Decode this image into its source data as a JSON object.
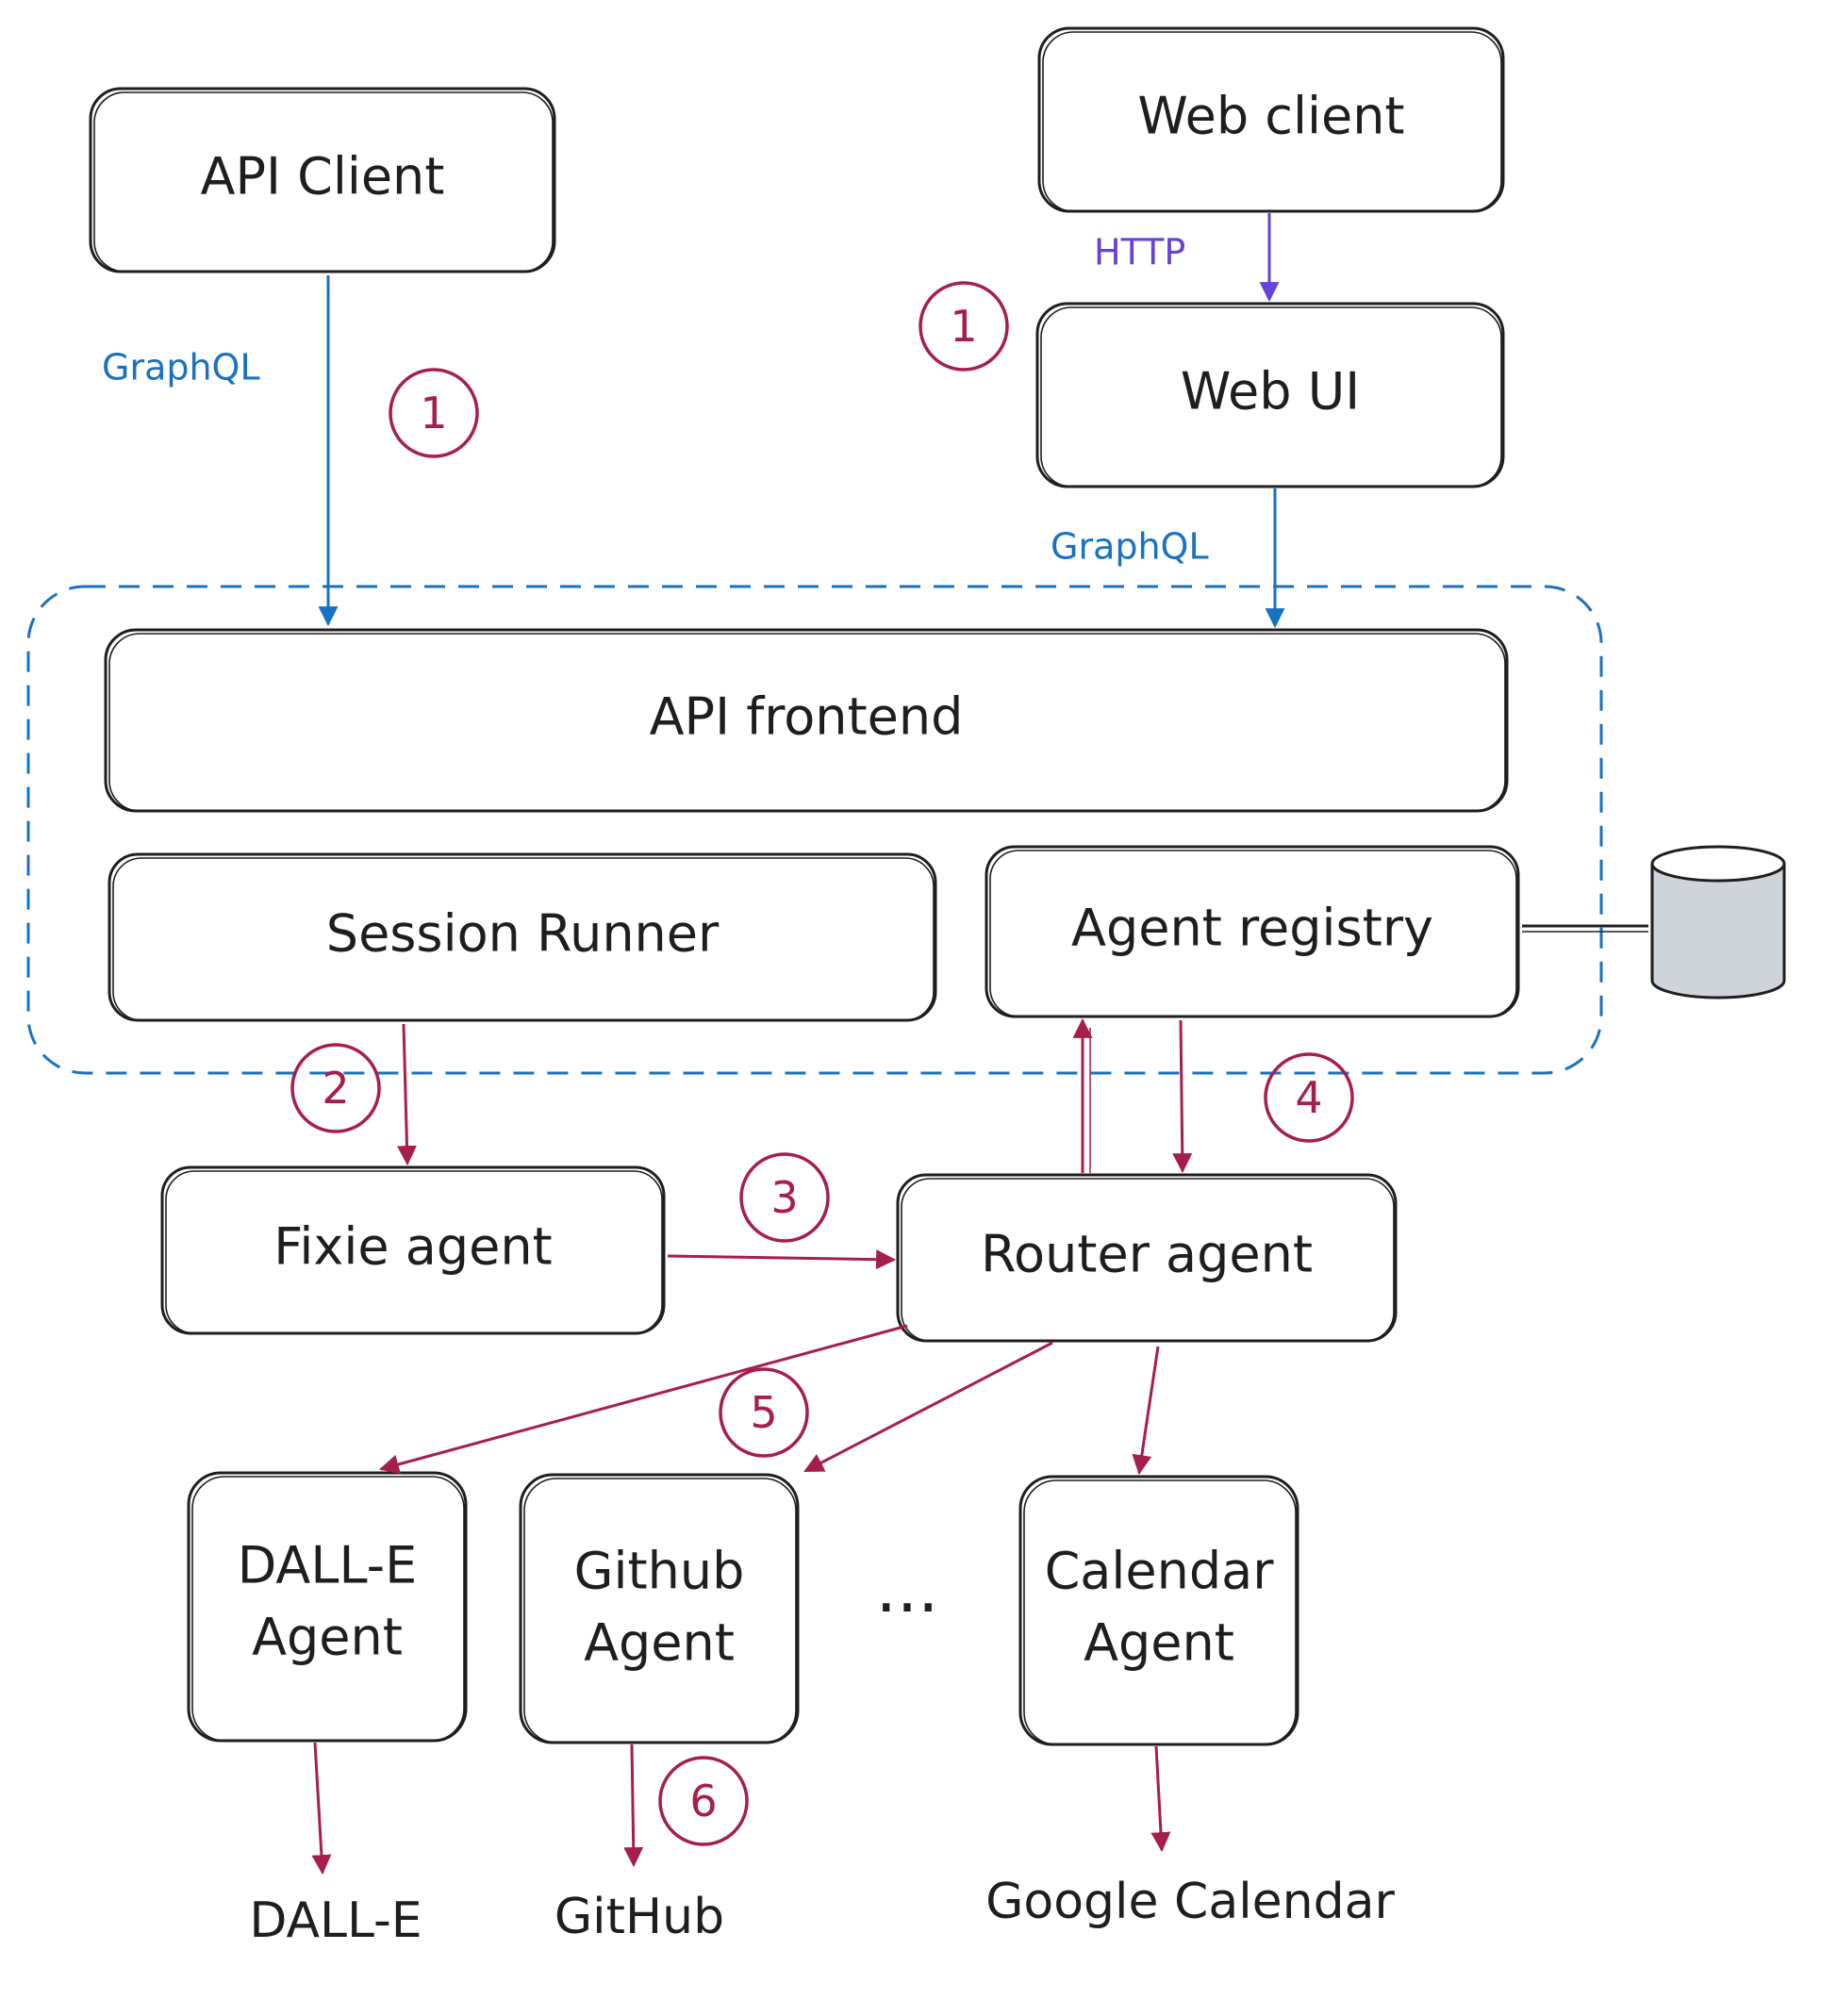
{
  "colors": {
    "ink": "#1e1e1e",
    "graphql": "#1971c2",
    "http": "#6741d9",
    "flow": "#a61e4d",
    "database_fill": "#cfd3da"
  },
  "nodes": {
    "api_client": "API Client",
    "web_client": "Web client",
    "web_ui": "Web UI",
    "api_frontend": "API frontend",
    "session_runner": "Session Runner",
    "agent_registry": "Agent registry",
    "fixie_agent": "Fixie agent",
    "router_agent": "Router agent",
    "dalle_agent": [
      "DALL-E",
      "Agent"
    ],
    "github_agent": [
      "Github",
      "Agent"
    ],
    "ellipsis": "...",
    "calendar_agent": [
      "Calendar",
      "Agent"
    ]
  },
  "services": {
    "dalle": "DALL-E",
    "github": "GitHub",
    "google_calendar": "Google Calendar"
  },
  "edge_labels": {
    "graphql_left": "GraphQL",
    "http": "HTTP",
    "graphql_right": "GraphQL"
  },
  "steps": {
    "s1a": "1",
    "s1b": "1",
    "s2": "2",
    "s3": "3",
    "s4": "4",
    "s5": "5",
    "s6": "6"
  },
  "database_icon": "database-icon"
}
